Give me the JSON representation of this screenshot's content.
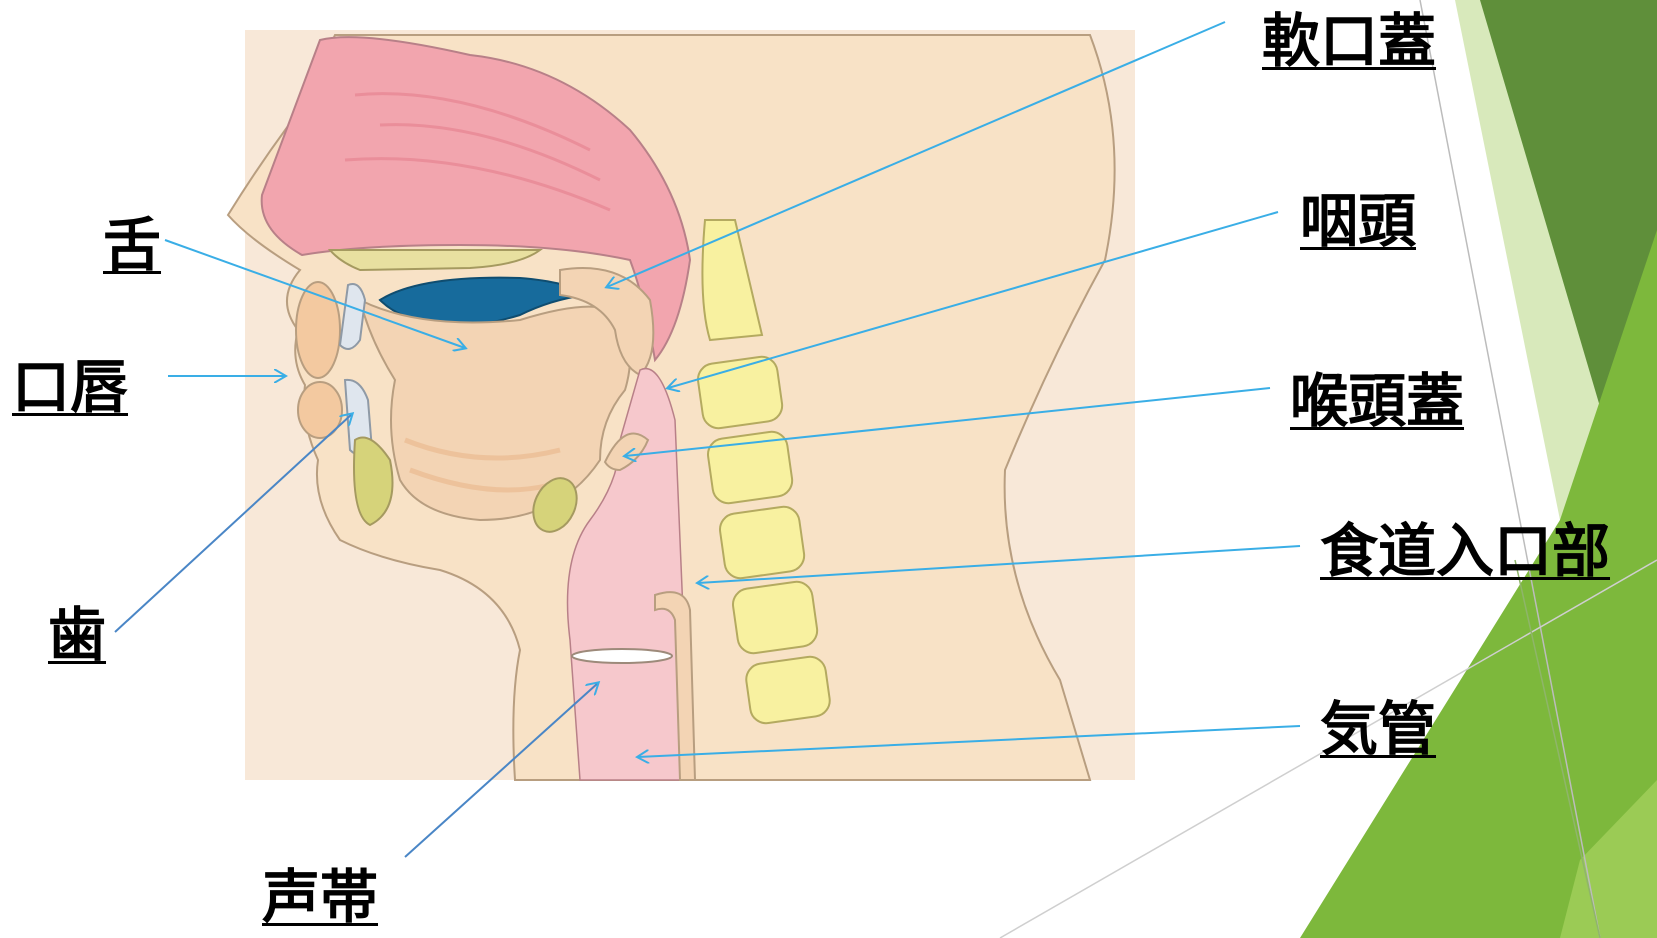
{
  "labels": {
    "tongue": "舌",
    "lips": "口唇",
    "teeth": "歯",
    "vocal_cords": "声帯",
    "soft_palate": "軟口蓋",
    "pharynx": "咽頭",
    "epiglottis": "喉頭蓋",
    "esophageal_entrance": "食道入口部",
    "trachea": "気管"
  },
  "colors": {
    "pointer_arrow": "#3aaee6",
    "slide_green_dark": "#5f8f3a",
    "slide_green_mid": "#7db83c",
    "slide_green_light": "#c7df9e",
    "skin": "#f8e2c6",
    "nasal_cavity": "#f2a5ae",
    "vertebrae": "#f8f1a0",
    "airway": "#f6c8cc"
  }
}
